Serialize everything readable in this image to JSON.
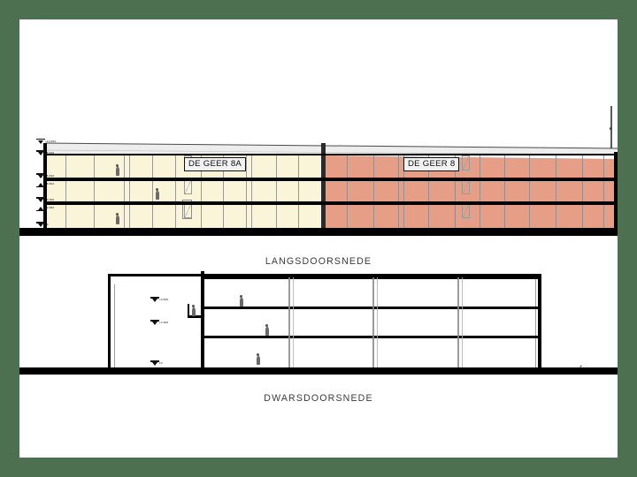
{
  "slide": {
    "background_color": "#4d7050",
    "page_color": "#ffffff"
  },
  "drawings": [
    {
      "id": "langsdoorsnede",
      "title": "LANGSDOORSNEDE",
      "type": "longitudinal-section",
      "callouts": [
        {
          "label": "DE GEER 8A",
          "block": "left",
          "fill_color": "#faf4d8"
        },
        {
          "label": "DE GEER 8",
          "block": "right",
          "fill_color": "#e79e86"
        }
      ],
      "levels": [
        {
          "value": "+10.000",
          "direction": "down"
        },
        {
          "value": "+6.520",
          "direction": "down"
        },
        {
          "value": "+6.840",
          "direction": "down"
        },
        {
          "value": "+6.502",
          "direction": "up"
        },
        {
          "value": "+3.300",
          "direction": "down"
        },
        {
          "value": "+2.982",
          "direction": "up"
        },
        {
          "value": "±0",
          "direction": "down"
        }
      ],
      "storeys": 3,
      "fill_left": "#faf4d8",
      "fill_right": "#e79e86",
      "roof_color": "#ededed",
      "slab_color": "#000000"
    },
    {
      "id": "dwarsdoorsnede",
      "title": "DWARSDOORSNEDE",
      "type": "cross-section",
      "callouts": [],
      "levels": [
        {
          "value": "+6.840",
          "direction": "down"
        },
        {
          "value": "+3.300",
          "direction": "down"
        },
        {
          "value": "±0",
          "direction": "down"
        }
      ],
      "storeys": 3,
      "fill": "#ffffff",
      "slab_color": "#000000",
      "corner_mark": "✒"
    }
  ]
}
